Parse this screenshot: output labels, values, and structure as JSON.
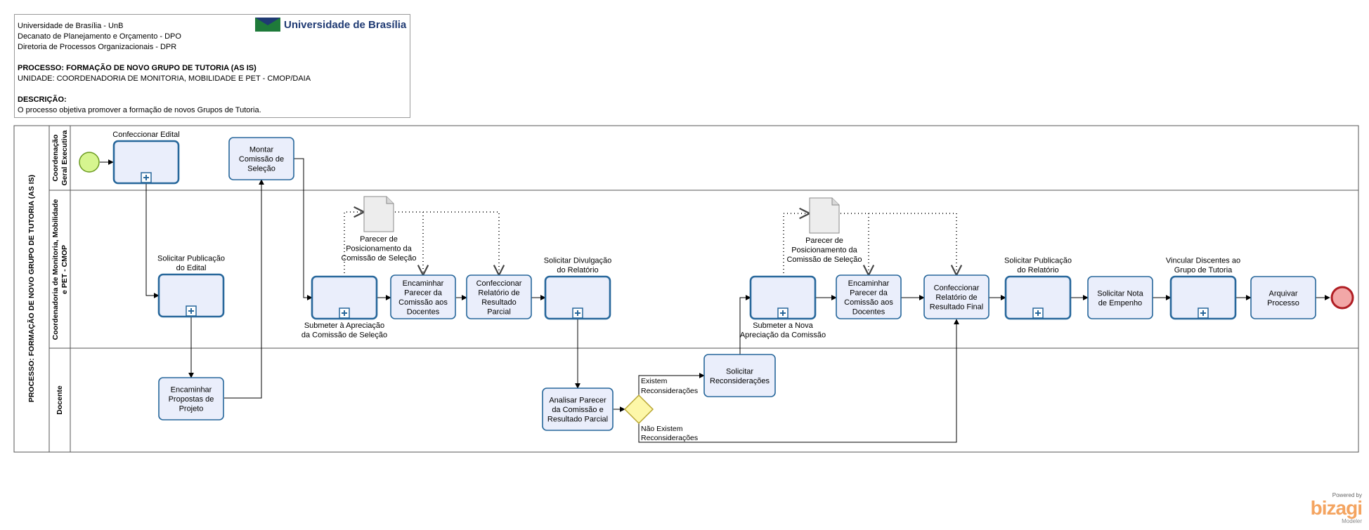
{
  "header": {
    "org_lines": [
      "Universidade de Brasília - UnB",
      "Decanato de Planejamento e Orçamento - DPO",
      "Diretoria de Processos Organizacionais - DPR"
    ],
    "process_line": "PROCESSO: FORMAÇÃO DE NOVO GRUPO DE TUTORIA (AS IS)",
    "unit_line": "UNIDADE: COORDENADORIA DE MONITORIA, MOBILIDADE E PET - CMOP/DAIA",
    "description_label": "DESCRIÇÃO:",
    "description_text": "O processo objetiva promover a formação de novos Grupos de Tutoria.",
    "logo_text": "Universidade de Brasília"
  },
  "pool": {
    "title": "PROCESSO: FORMAÇÃO DE NOVO GRUPO DE TUTORIA (AS IS)",
    "lanes": [
      {
        "id": "lane1",
        "lines": [
          "Coordenação",
          "Geral Executiva"
        ]
      },
      {
        "id": "lane2",
        "lines": [
          "Coordenadoria de Monitoria, Mobilidade",
          "e PET - CMOP"
        ]
      },
      {
        "id": "lane3",
        "lines": [
          "Docente"
        ]
      }
    ]
  },
  "tasks": [
    {
      "id": "t_edital",
      "sub": true,
      "lines": [],
      "label_above": [
        "Confeccionar Edital"
      ]
    },
    {
      "id": "t_comissao",
      "sub": false,
      "lines": [
        "Montar",
        "Comissão de",
        "Seleção"
      ]
    },
    {
      "id": "t_pub_edital",
      "sub": true,
      "lines": [],
      "label_above": [
        "Solicitar Publicação",
        "do Edital"
      ]
    },
    {
      "id": "t_propostas",
      "sub": false,
      "lines": [
        "Encaminhar",
        "Propostas de",
        "Projeto"
      ]
    },
    {
      "id": "t_submeter",
      "sub": true,
      "lines": [],
      "label_below": [
        "Submeter à Apreciação",
        "da Comissão de Seleção"
      ]
    },
    {
      "id": "t_enc_parecer1",
      "sub": false,
      "lines": [
        "Encaminhar",
        "Parecer da",
        "Comissão aos",
        "Docentes"
      ]
    },
    {
      "id": "t_rel_parcial",
      "sub": false,
      "lines": [
        "Confeccionar",
        "Relatório de",
        "Resultado",
        "Parcial"
      ]
    },
    {
      "id": "t_divulgacao",
      "sub": true,
      "lines": [],
      "label_above": [
        "Solicitar Divulgação",
        "do Relatório"
      ]
    },
    {
      "id": "t_analisar",
      "sub": false,
      "lines": [
        "Analisar Parecer",
        "da Comissão e",
        "Resultado Parcial"
      ]
    },
    {
      "id": "t_reconsid",
      "sub": false,
      "lines": [
        "Solicitar",
        "Reconsiderações"
      ]
    },
    {
      "id": "t_nova_aprec",
      "sub": true,
      "lines": [],
      "label_below": [
        "Submeter a Nova",
        "Apreciação da Comissão"
      ]
    },
    {
      "id": "t_enc_parecer2",
      "sub": false,
      "lines": [
        "Encaminhar",
        "Parecer da",
        "Comissão aos",
        "Docentes"
      ]
    },
    {
      "id": "t_rel_final",
      "sub": false,
      "lines": [
        "Confeccionar",
        "Relatório de",
        "Resultado Final"
      ]
    },
    {
      "id": "t_pub_rel",
      "sub": true,
      "lines": [],
      "label_above": [
        "Solicitar Publicação",
        "do Relatório"
      ]
    },
    {
      "id": "t_nota",
      "sub": false,
      "lines": [
        "Solicitar Nota",
        "de Empenho"
      ]
    },
    {
      "id": "t_vincular",
      "sub": true,
      "lines": [],
      "label_above": [
        "Vincular Discentes ao",
        "Grupo de Tutoria"
      ]
    },
    {
      "id": "t_arquivar",
      "sub": false,
      "lines": [
        "Arquivar",
        "Processo"
      ]
    }
  ],
  "documents": [
    {
      "id": "doc1",
      "lines": [
        "Parecer de",
        "Posicionamento da",
        "Comissão de Seleção"
      ]
    },
    {
      "id": "doc2",
      "lines": [
        "Parecer de",
        "Posicionamento da",
        "Comissão de Seleção"
      ]
    }
  ],
  "gateway_labels": {
    "yes": [
      "Existem",
      "Reconsiderações"
    ],
    "no": [
      "Não Existem",
      "Reconsiderações"
    ]
  },
  "colors": {
    "task_fill": "#eaeefb",
    "task_stroke": "#27679b",
    "start_fill": "#d6f58f",
    "start_stroke": "#6a9a1f",
    "end_fill": "#f2a7a7",
    "end_stroke": "#b01e24",
    "gateway_fill": "#fdf7a8",
    "gateway_stroke": "#b8a532",
    "logo_blue": "#1f3a73",
    "logo_green": "#1e7a3a"
  },
  "branding": {
    "powered_by": "Powered by",
    "brand": "bizagi",
    "product": "Modeler"
  }
}
